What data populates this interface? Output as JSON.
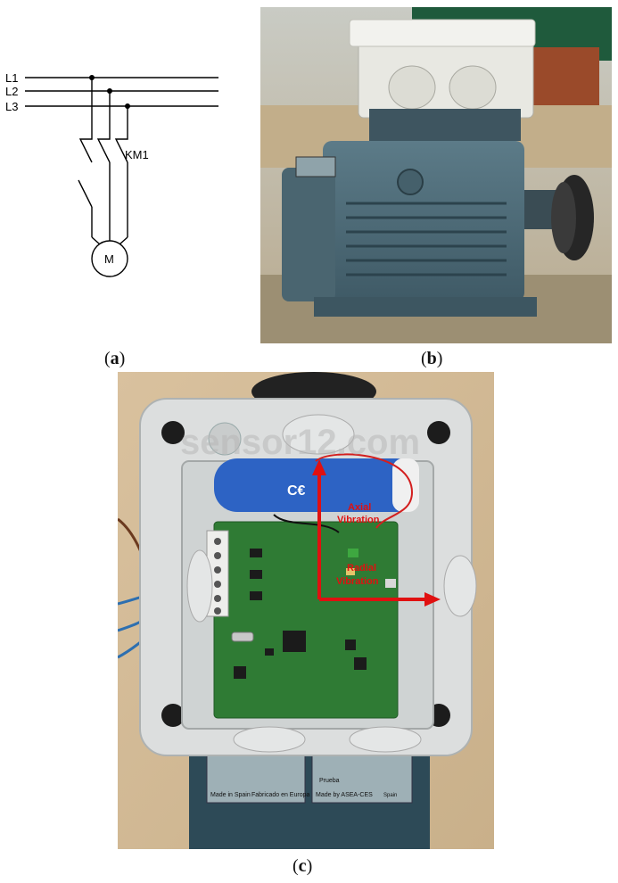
{
  "panel_a": {
    "label_open": "(",
    "label_letter": "a",
    "label_close": ")",
    "lines": [
      "L1",
      "L2",
      "L3"
    ],
    "contactor": "KM1",
    "motor": "M"
  },
  "panel_b": {
    "label_open": "(",
    "label_letter": "b",
    "label_close": ")"
  },
  "panel_c": {
    "label_open": "(",
    "label_letter": "c",
    "label_close": ")",
    "axial_label_line1": "Axial",
    "axial_label_line2": "Vibration",
    "radial_label_line1": "Radial",
    "radial_label_line2": "Vibration",
    "watermark": "sensor12.com",
    "battery_text": "C€",
    "plate_text_made": "Made in Spain",
    "plate_text_fab": "Fabricado en Europa",
    "plate_text_prueba": "Prueba",
    "plate_text_brand": "Made by ASEA-CES",
    "plate_text_spain": "Spain",
    "arrow_color": "#e01010"
  }
}
